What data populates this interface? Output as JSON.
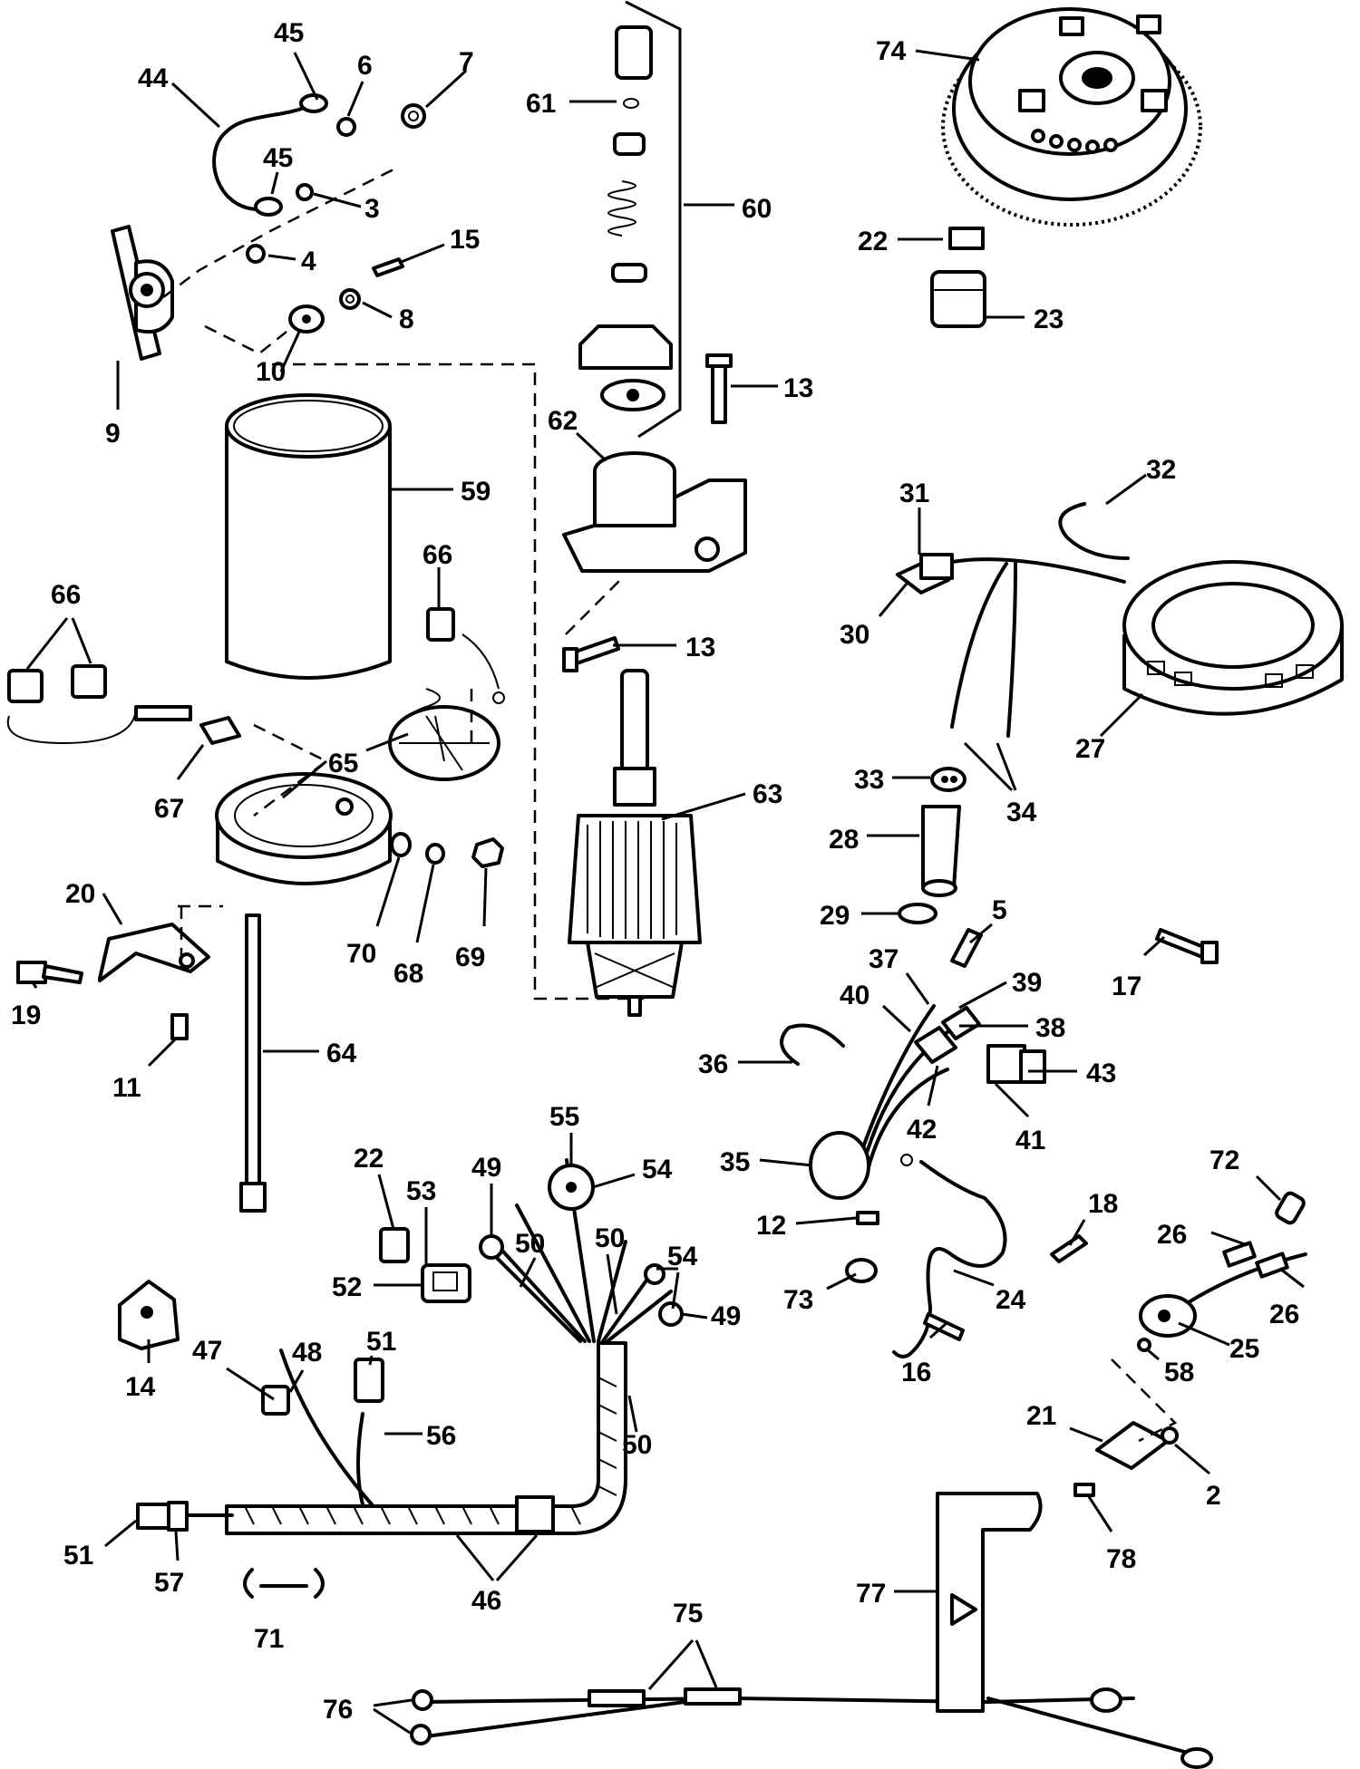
{
  "callouts": [
    "74",
    "45",
    "44",
    "6",
    "7",
    "61",
    "60",
    "3",
    "15",
    "4",
    "8",
    "10",
    "9",
    "22",
    "23",
    "13",
    "62",
    "59",
    "32",
    "31",
    "66",
    "30",
    "66",
    "13",
    "65",
    "27",
    "63",
    "33",
    "34",
    "67",
    "28",
    "20",
    "70",
    "68",
    "69",
    "29",
    "5",
    "17",
    "19",
    "37",
    "39",
    "40",
    "38",
    "11",
    "64",
    "36",
    "43",
    "42",
    "41",
    "55",
    "54",
    "49",
    "22",
    "53",
    "35",
    "50",
    "12",
    "18",
    "52",
    "54",
    "72",
    "26",
    "73",
    "24",
    "50",
    "49",
    "26",
    "14",
    "25",
    "47",
    "48",
    "51",
    "16",
    "58",
    "56",
    "50",
    "21",
    "2",
    "51",
    "57",
    "46",
    "78",
    "71",
    "75",
    "77",
    "76"
  ]
}
